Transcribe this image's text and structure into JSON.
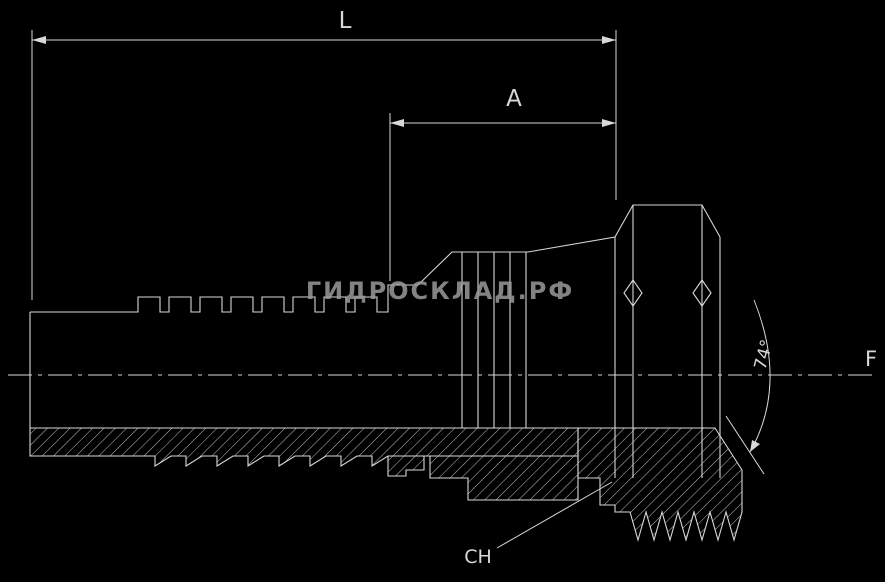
{
  "labels": {
    "length": "L",
    "dim_a": "A",
    "angle": "74°",
    "thread": "F",
    "wrench": "CH",
    "watermark": "ГИДРОСКЛАД.РФ"
  },
  "colors": {
    "background": "#000000",
    "line": "#d8d8d8",
    "watermark": "#9a9a9a"
  }
}
